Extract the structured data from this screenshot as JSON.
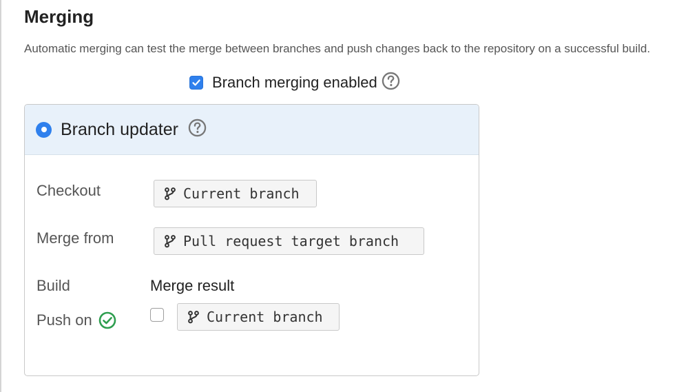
{
  "section": {
    "title": "Merging",
    "description": "Automatic merging can test the merge between branches and push changes back to the repository on a successful build."
  },
  "enable": {
    "label": "Branch merging enabled",
    "checked": true
  },
  "strategy": {
    "title": "Branch updater",
    "selected": true
  },
  "fields": {
    "checkout": {
      "label": "Checkout",
      "value": "Current branch"
    },
    "merge_from": {
      "label": "Merge from",
      "value": "Pull request target branch"
    },
    "build": {
      "label": "Build",
      "value": "Merge result"
    },
    "push_on": {
      "label": "Push on",
      "value": "Current branch",
      "checked": false
    }
  },
  "colors": {
    "accent": "#2f80ed",
    "success": "#2e9e4f",
    "header_bg": "#e8f1fa"
  },
  "icons": {
    "help": "question-circle-icon",
    "branch": "git-branch-icon",
    "success": "check-circle-icon"
  }
}
